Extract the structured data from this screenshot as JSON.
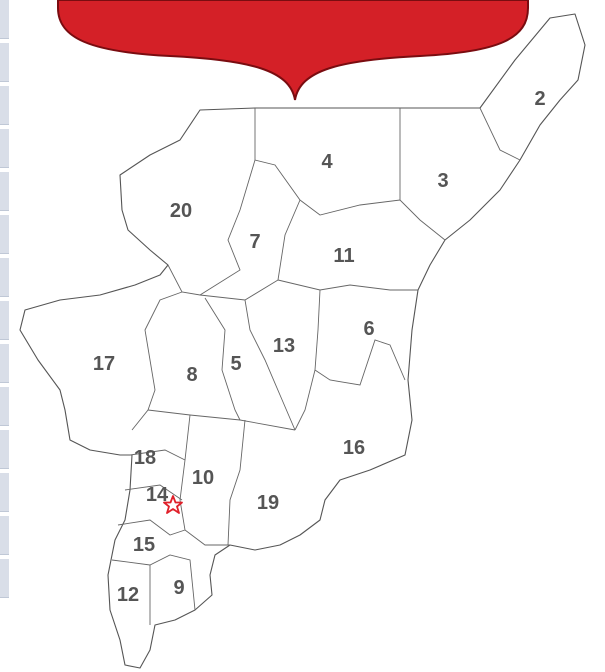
{
  "map": {
    "accent_color": "#d42027",
    "marker": {
      "type": "star",
      "color": "#e0202a",
      "near_district": "14"
    },
    "districts": [
      {
        "label": "2"
      },
      {
        "label": "3"
      },
      {
        "label": "4"
      },
      {
        "label": "20"
      },
      {
        "label": "7"
      },
      {
        "label": "11"
      },
      {
        "label": "17"
      },
      {
        "label": "8"
      },
      {
        "label": "5"
      },
      {
        "label": "13"
      },
      {
        "label": "6"
      },
      {
        "label": "16"
      },
      {
        "label": "18"
      },
      {
        "label": "10"
      },
      {
        "label": "14"
      },
      {
        "label": "19"
      },
      {
        "label": "15"
      },
      {
        "label": "12"
      },
      {
        "label": "9"
      }
    ]
  }
}
